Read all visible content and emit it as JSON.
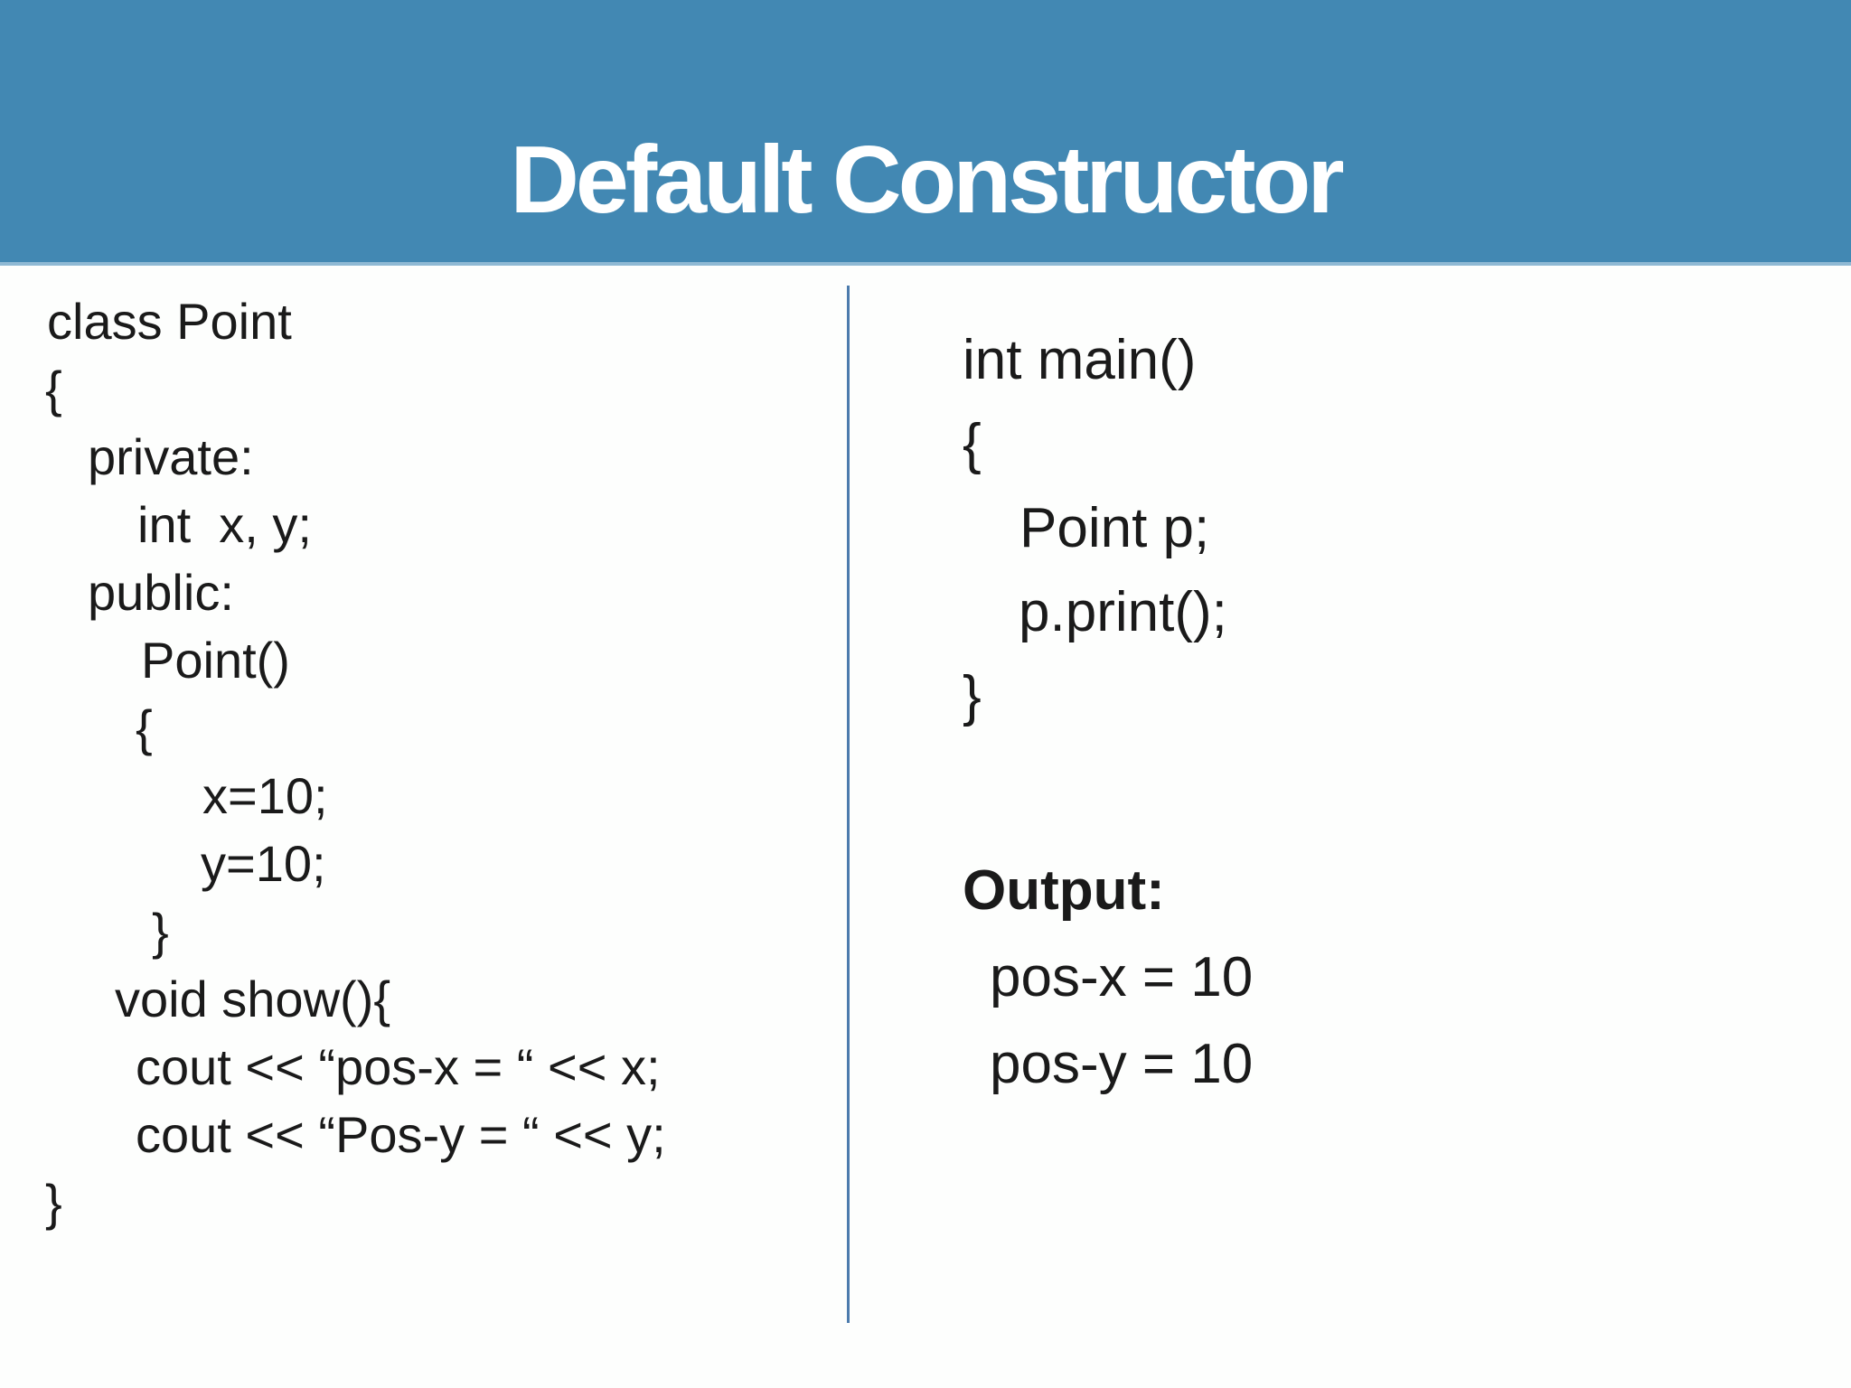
{
  "slide": {
    "title": "Default Constructor",
    "colors": {
      "header_bg": "#4288b3",
      "header_border": "#8fb9d4",
      "divider": "#4c7bad",
      "text": "#1a1a1a",
      "title_text": "#ffffff",
      "background": "#fdfefd"
    },
    "left_code": {
      "lines": [
        "class Point",
        "{",
        "private:",
        "int  x, y;",
        "public:",
        "Point()",
        "{",
        "x=10;",
        "y=10;",
        "}",
        "void show(){",
        "cout << “pos-x = “ << x;",
        "cout << “Pos-y = “ << y;",
        "}"
      ]
    },
    "right_code": {
      "lines": [
        "int main()",
        "{",
        "Point p;",
        "p.print();",
        "}"
      ]
    },
    "output": {
      "label": "Output:",
      "lines": [
        "pos-x = 10",
        "pos-y = 10"
      ]
    }
  }
}
